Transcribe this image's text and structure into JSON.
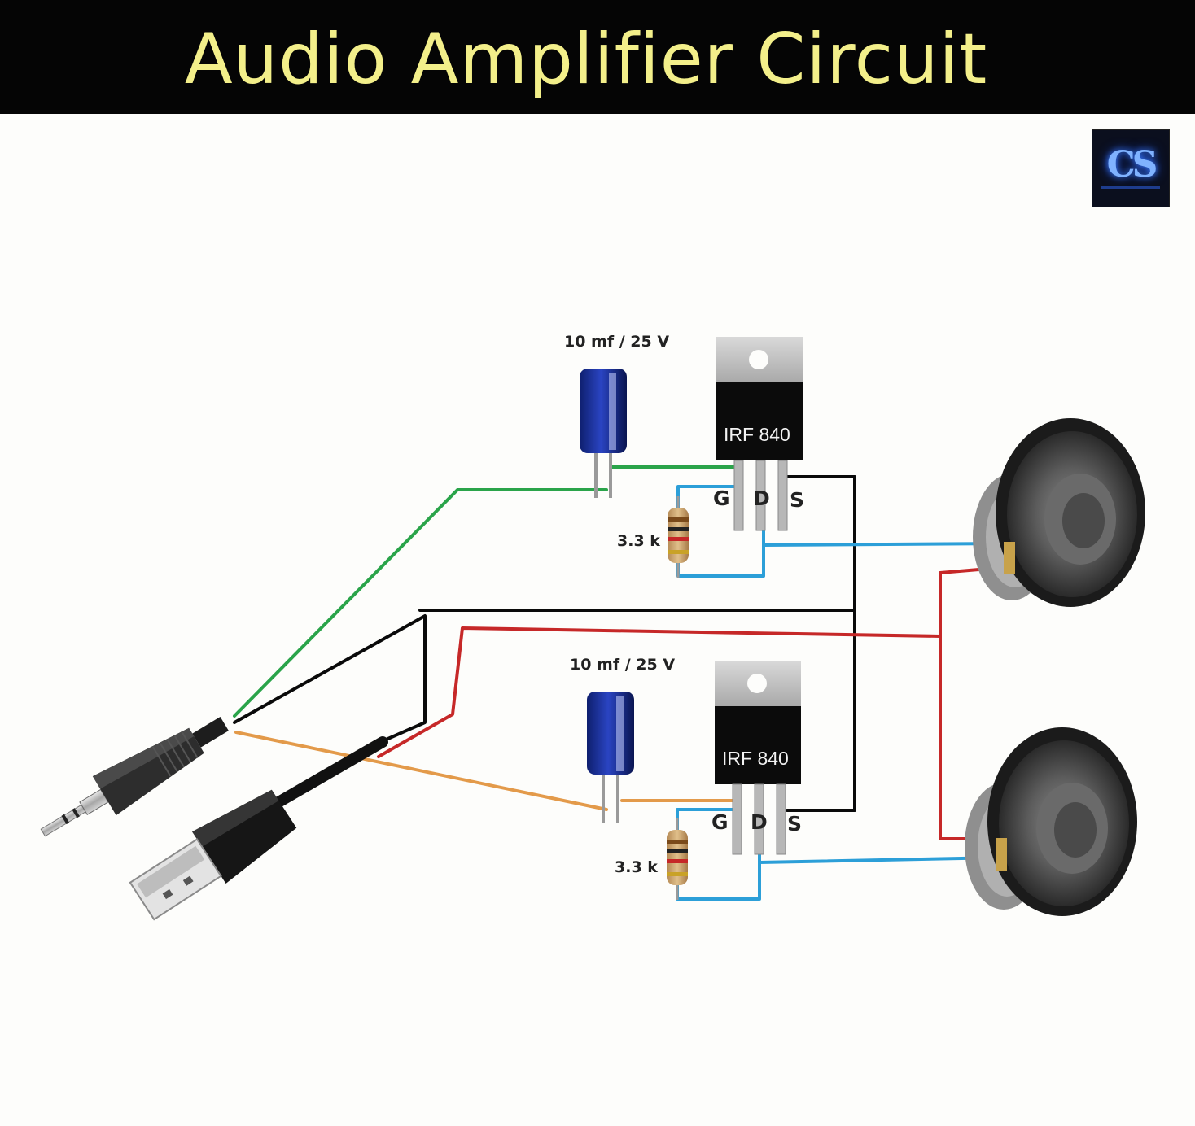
{
  "title": "Audio Amplifier Circuit",
  "logo_text": "CS",
  "components": {
    "capacitor_top_label": "10 mf / 25 V",
    "capacitor_bottom_label": "10 mf / 25 V",
    "mosfet_top_label": "IRF 840",
    "mosfet_bottom_label": "IRF 840",
    "resistor_top_label": "3.3 k",
    "resistor_bottom_label": "3.3 k",
    "pins": {
      "gate": "G",
      "drain": "D",
      "source": "S"
    }
  },
  "colors": {
    "title": "#f3ef8a",
    "header_bg": "#050505",
    "wire_green": "#2aa44a",
    "wire_black": "#0a0a0a",
    "wire_red": "#c62828",
    "wire_orange": "#e39a4a",
    "wire_blue": "#2c9fd8"
  },
  "icons": [
    "audio-jack-icon",
    "usb-plug-icon",
    "speaker-icon",
    "capacitor-icon",
    "mosfet-icon",
    "resistor-icon"
  ]
}
